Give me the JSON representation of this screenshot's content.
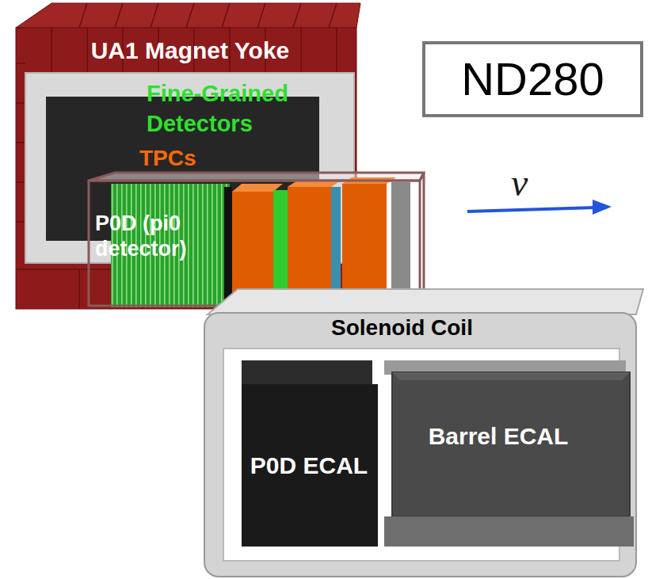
{
  "diagram": {
    "nodes": [
      {
        "text": [
          "UA1 Magnet Yoke"
        ]
      },
      {
        "text": [
          "P0D (pi0 detector)"
        ]
      },
      {
        "text": [
          "ND280"
        ]
      },
      {
        "text": [
          "Solenoid Coil"
        ]
      },
      {
        "text": [
          "P0D ECAL"
        ],
        "in": 3
      },
      {
        "text": [
          "Barrel ECAL"
        ],
        "in": 3
      }
    ],
    "labels": [
      "Fine-Grained Detectors",
      "TPCs",
      "ν"
    ]
  }
}
